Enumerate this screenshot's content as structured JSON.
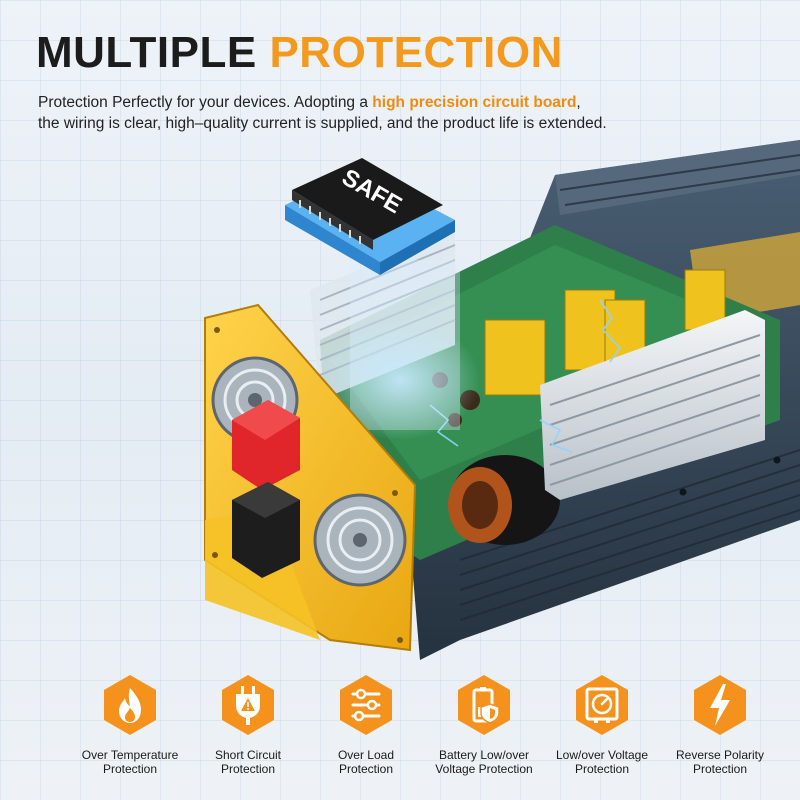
{
  "heading": {
    "word1": "MULTIPLE",
    "word2": "PROTECTION"
  },
  "description": {
    "part1": "Protection Perfectly for your devices. Adopting a ",
    "highlight": "high precision circuit board",
    "part2": ",",
    "line2": "the wiring is clear, high–quality current is supplied, and the product life is extended."
  },
  "chip_label": "SAFE",
  "colors": {
    "accent": "#f39a1e",
    "badge": "#f5921e",
    "housing": "#3a4c5e",
    "frame": "#f2b91c",
    "terminal_red": "#e0262a"
  },
  "features": [
    {
      "line1": "Over Temperature",
      "line2": "Protection",
      "icon": "flame-icon"
    },
    {
      "line1": "Short Circuit",
      "line2": "Protection",
      "icon": "plug-warning-icon"
    },
    {
      "line1": "Over Load",
      "line2": "Protection",
      "icon": "sliders-icon"
    },
    {
      "line1": "Battery Low/over",
      "line2": "Voltage Protection",
      "icon": "battery-shield-icon"
    },
    {
      "line1": "Low/over Voltage",
      "line2": "Protection",
      "icon": "gauge-icon"
    },
    {
      "line1": "Reverse Polarity",
      "line2": "Protection",
      "icon": "lightning-icon"
    }
  ]
}
